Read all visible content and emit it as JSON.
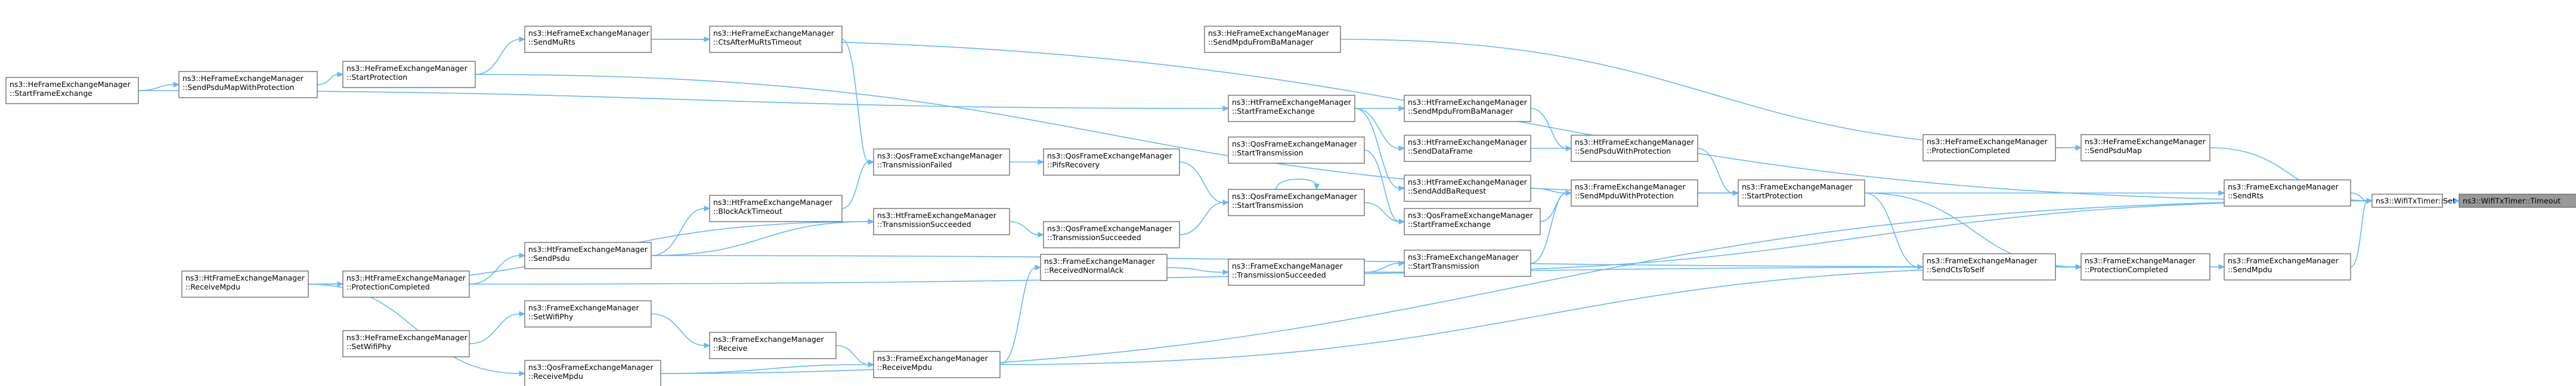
{
  "diagram": {
    "nodes": [
      {
        "id": "root",
        "l1": "ns3::WifiTxTimer::Timeout",
        "l2": ""
      },
      {
        "id": "set",
        "l1": "ns3::WifiTxTimer::Set",
        "l2": ""
      },
      {
        "id": "fem_sendrts",
        "l1": "ns3::FrameExchangeManager",
        "l2": "::SendRts"
      },
      {
        "id": "fem_sendmpdu",
        "l1": "ns3::FrameExchangeManager",
        "l2": "::SendMpdu"
      },
      {
        "id": "he_sendpsdumap",
        "l1": "ns3::HeFrameExchangeManager",
        "l2": "::SendPsduMap"
      },
      {
        "id": "fem_protcompleted",
        "l1": "ns3::FrameExchangeManager",
        "l2": "::ProtectionCompleted"
      },
      {
        "id": "he_protcompleted",
        "l1": "ns3::HeFrameExchangeManager",
        "l2": "::ProtectionCompleted"
      },
      {
        "id": "fem_sendctstoself",
        "l1": "ns3::FrameExchangeManager",
        "l2": "::SendCtsToSelf"
      },
      {
        "id": "fem_startprotection",
        "l1": "ns3::FrameExchangeManager",
        "l2": "::StartProtection"
      },
      {
        "id": "he_sendmpdufromba",
        "l1": "ns3::HeFrameExchangeManager",
        "l2": "::SendMpduFromBaManager"
      },
      {
        "id": "ht_sendpsduwithprot",
        "l1": "ns3::HtFrameExchangeManager",
        "l2": "::SendPsduWithProtection"
      },
      {
        "id": "fem_sendmpduwithprot",
        "l1": "ns3::FrameExchangeManager",
        "l2": "::SendMpduWithProtection"
      },
      {
        "id": "ht_sendmpdufromba",
        "l1": "ns3::HtFrameExchangeManager",
        "l2": "::SendMpduFromBaManager"
      },
      {
        "id": "ht_senddataframe",
        "l1": "ns3::HtFrameExchangeManager",
        "l2": "::SendDataFrame"
      },
      {
        "id": "ht_sendaddbareq",
        "l1": "ns3::HtFrameExchangeManager",
        "l2": "::SendAddBaRequest"
      },
      {
        "id": "qos_startframeexch",
        "l1": "ns3::QosFrameExchangeManager",
        "l2": "::StartFrameExchange"
      },
      {
        "id": "fem_starttx",
        "l1": "ns3::FrameExchangeManager",
        "l2": "::StartTransmission"
      },
      {
        "id": "ht_startframeexch",
        "l1": "ns3::HtFrameExchangeManager",
        "l2": "::StartFrameExchange"
      },
      {
        "id": "qos_starttx_a",
        "l1": "ns3::QosFrameExchangeManager",
        "l2": "::StartTransmission"
      },
      {
        "id": "qos_starttx_b",
        "l1": "ns3::QosFrameExchangeManager",
        "l2": "::StartTransmission"
      },
      {
        "id": "fem_txsucceeded",
        "l1": "ns3::FrameExchangeManager",
        "l2": "::TransmissionSucceeded"
      },
      {
        "id": "qos_pifsrecovery",
        "l1": "ns3::QosFrameExchangeManager",
        "l2": "::PifsRecovery"
      },
      {
        "id": "qos_txsucceeded",
        "l1": "ns3::QosFrameExchangeManager",
        "l2": "::TransmissionSucceeded"
      },
      {
        "id": "fem_receivednormalack",
        "l1": "ns3::FrameExchangeManager",
        "l2": "::ReceivedNormalAck"
      },
      {
        "id": "fem_receivempdu",
        "l1": "ns3::FrameExchangeManager",
        "l2": "::ReceiveMpdu"
      },
      {
        "id": "qos_txfailed",
        "l1": "ns3::QosFrameExchangeManager",
        "l2": "::TransmissionFailed"
      },
      {
        "id": "ht_txsucceeded",
        "l1": "ns3::HtFrameExchangeManager",
        "l2": "::TransmissionSucceeded"
      },
      {
        "id": "he_ctsaftermutimeout",
        "l1": "ns3::HeFrameExchangeManager",
        "l2": "::CtsAfterMuRtsTimeout"
      },
      {
        "id": "ht_blockacktimeout",
        "l1": "ns3::HtFrameExchangeManager",
        "l2": "::BlockAckTimeout"
      },
      {
        "id": "ht_sendpsdu",
        "l1": "ns3::HtFrameExchangeManager",
        "l2": "::SendPsdu"
      },
      {
        "id": "fem_receive",
        "l1": "ns3::FrameExchangeManager",
        "l2": "::Receive"
      },
      {
        "id": "fem_setwifiphy",
        "l1": "ns3::FrameExchangeManager",
        "l2": "::SetWifiPhy"
      },
      {
        "id": "qos_receivempdu",
        "l1": "ns3::QosFrameExchangeManager",
        "l2": "::ReceiveMpdu"
      },
      {
        "id": "he_sendmurts",
        "l1": "ns3::HeFrameExchangeManager",
        "l2": "::SendMuRts"
      },
      {
        "id": "he_startprotection",
        "l1": "ns3::HeFrameExchangeManager",
        "l2": "::StartProtection"
      },
      {
        "id": "he_sendpsdumapwithprot",
        "l1": "ns3::HeFrameExchangeManager",
        "l2": "::SendPsduMapWithProtection"
      },
      {
        "id": "he_startframeexch",
        "l1": "ns3::HeFrameExchangeManager",
        "l2": "::StartFrameExchange"
      },
      {
        "id": "ht_protcompleted",
        "l1": "ns3::HtFrameExchangeManager",
        "l2": "::ProtectionCompleted"
      },
      {
        "id": "ht_receivempdu",
        "l1": "ns3::HtFrameExchangeManager",
        "l2": "::ReceiveMpdu"
      },
      {
        "id": "he_setwifiphy",
        "l1": "ns3::HeFrameExchangeManager",
        "l2": "::SetWifiPhy"
      }
    ]
  }
}
